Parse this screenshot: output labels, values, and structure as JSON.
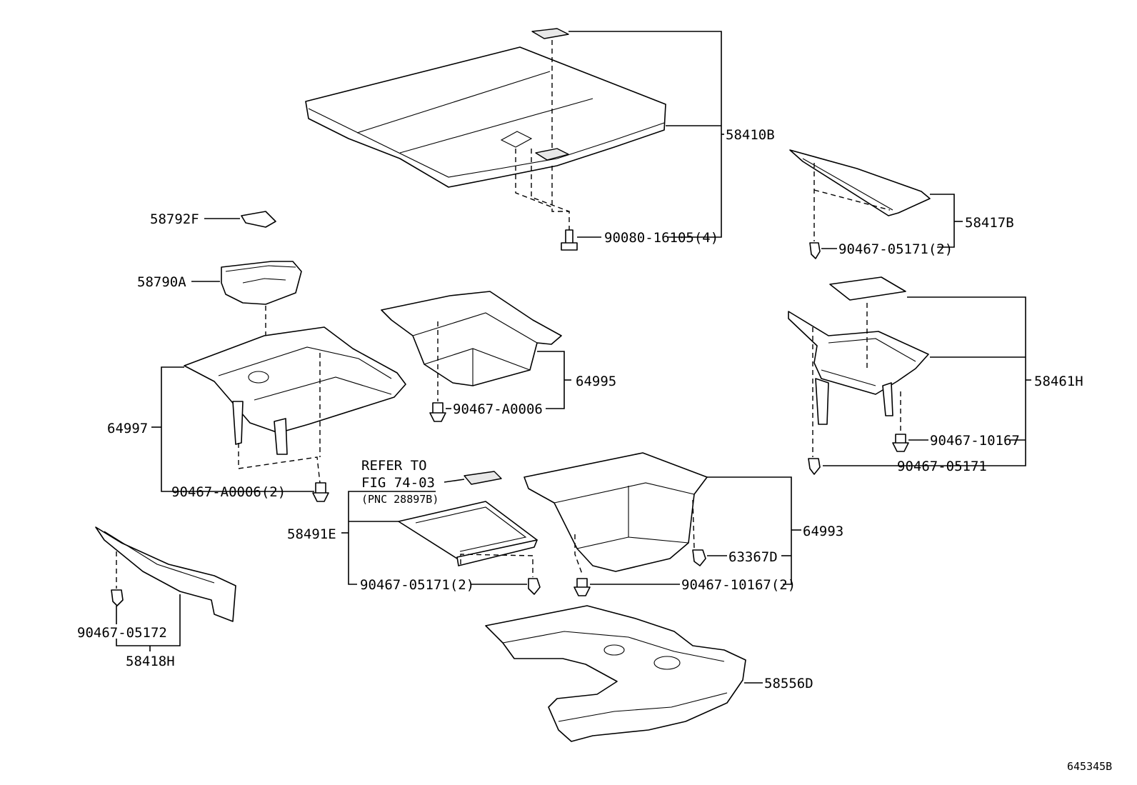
{
  "labels": {
    "p58410B": "58410B",
    "p90080": "90080-16105(4)",
    "p58417B": "58417B",
    "p90467_05171_2_top": "90467-05171(2)",
    "p58792F": "58792F",
    "p58790A": "58790A",
    "p64995": "64995",
    "p90467_A0006": "90467-A0006",
    "p58461H": "58461H",
    "p90467_10167": "90467-10167",
    "p90467_05171": "90467-05171",
    "p64997": "64997",
    "p90467_A0006_2": "90467-A0006(2)",
    "refer_line1": "REFER TO",
    "refer_line2": "FIG 74-03",
    "refer_line3": "(PNC 28897B)",
    "p58491E": "58491E",
    "p90467_05171_2_mid": "90467-05171(2)",
    "p64993": "64993",
    "p63367D": "63367D",
    "p90467_10167_2": "90467-10167(2)",
    "p90467_05172": "90467-05172",
    "p58418H": "58418H",
    "p58556D": "58556D",
    "figure_id": "645345B"
  }
}
